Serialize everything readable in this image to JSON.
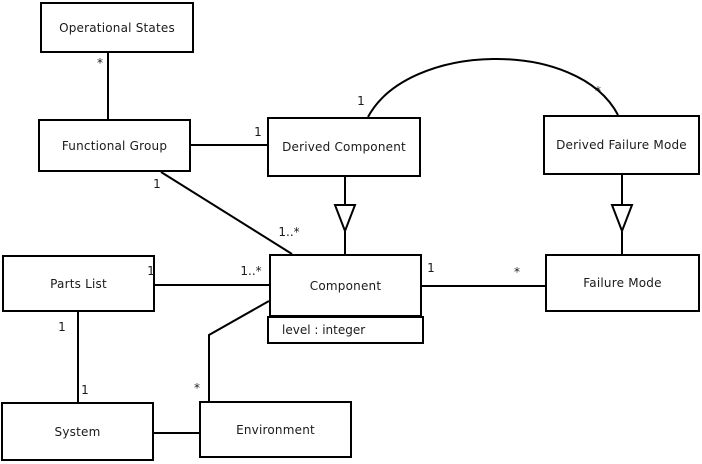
{
  "diagram": {
    "type": "uml-class-diagram",
    "colors": {
      "line": "#000000",
      "background": "#ffffff",
      "box_fill": "#ffffff"
    },
    "nodes": {
      "operational_states": {
        "label": "Operational States"
      },
      "functional_group": {
        "label": "Functional Group"
      },
      "derived_component": {
        "label": "Derived Component"
      },
      "derived_failure_mode": {
        "label": "Derived Failure Mode"
      },
      "parts_list": {
        "label": "Parts List"
      },
      "component": {
        "label": "Component",
        "attribute": "level : integer"
      },
      "failure_mode": {
        "label": "Failure Mode"
      },
      "system": {
        "label": "System"
      },
      "environment": {
        "label": "Environment"
      }
    },
    "multiplicities": {
      "operational_states_end": "*",
      "functional_group_derived_component": "1",
      "derived_component_arc": "1",
      "derived_failure_mode_arc": "*",
      "functional_group_component_one": "1",
      "functional_group_component_many": "1..*",
      "parts_list_component_one": "1",
      "parts_list_component_many": "1..*",
      "component_failure_mode_one": "1",
      "component_failure_mode_many": "*",
      "parts_list_system_top": "1",
      "parts_list_system_bottom": "1",
      "environment_component": "*"
    }
  }
}
